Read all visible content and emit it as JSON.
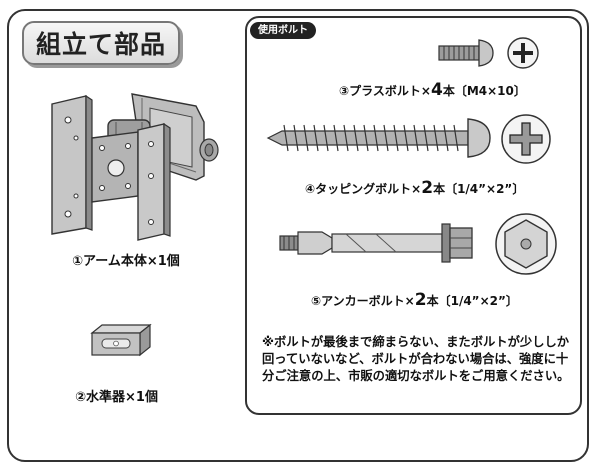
{
  "title": "組立て部品",
  "bolts_badge": "使用ボルト",
  "parts": {
    "arm": "①アーム本体×1個",
    "level": "②水準器×1個"
  },
  "bolts": {
    "plus": {
      "prefix": "③プラスボルト×",
      "qty": "4",
      "suffix": "本〔M4×10〕"
    },
    "tapping": {
      "prefix": "④タッピングボルト×",
      "qty": "2",
      "suffix": "本〔1/4”×2”〕"
    },
    "anchor": {
      "prefix": "⑤アンカーボルト×",
      "qty": "2",
      "suffix": "本〔1/4”×2”〕"
    }
  },
  "note": "※ボルトが最後まで締まらない、またボルトが少ししか回っていないなど、ボルトが合わない場合は、強度に十分ご注意の上、市販の適切なボルトをご用意ください。",
  "icons": [
    "arm-mount-illustration",
    "spirit-level-illustration",
    "plus-bolt-illustration",
    "phillips-head-icon",
    "tapping-bolt-illustration",
    "anchor-bolt-illustration",
    "hex-head-icon"
  ]
}
